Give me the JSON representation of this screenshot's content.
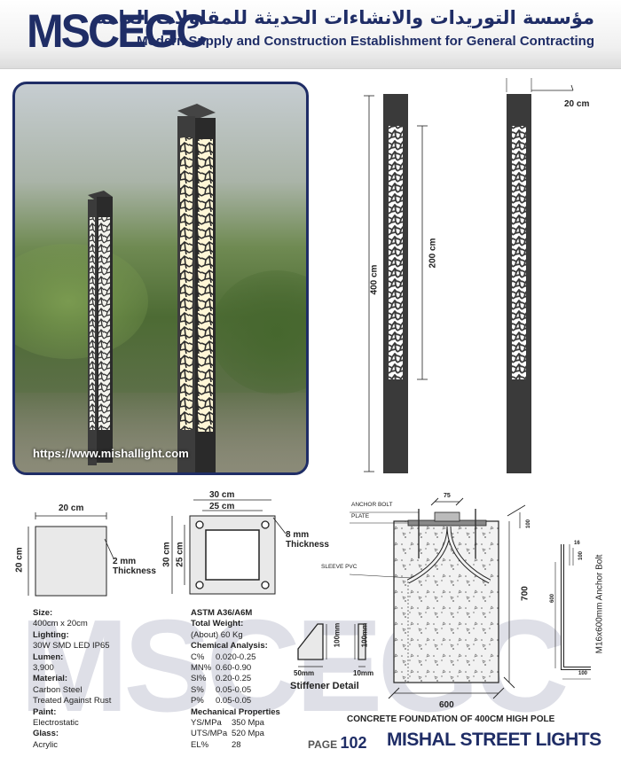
{
  "header": {
    "logo": "MSCEGC",
    "arabic": "مؤسسة التوريدات والانشاءات الحديثة للمقاولات العامة",
    "tagline": "Modern Supply and Construction Establishment for General Contracting"
  },
  "photo": {
    "url": "https://www.mishallight.com"
  },
  "elevation": {
    "height": "400 cm",
    "panel_height": "200 cm",
    "width": "20 cm"
  },
  "base": {
    "width": "20 cm",
    "height": "20 cm",
    "thickness": "2 mm\nThickness"
  },
  "plate": {
    "outer": "30 cm",
    "inner": "25 cm",
    "outer_v": "30 cm",
    "inner_v": "25 cm",
    "thickness": "8 mm\nThickness"
  },
  "specs_left": [
    {
      "k": "Size:",
      "v": "400cm x 20cm"
    },
    {
      "k": "Lighting:",
      "v": "30W SMD LED IP65"
    },
    {
      "k": "Lumen:",
      "v": "3,900"
    },
    {
      "k": "Material:",
      "v": "Carbon Steel\nTreated Against Rust"
    },
    {
      "k": "Paint:",
      "v": "Electrostatic"
    },
    {
      "k": "Glass:",
      "v": "Acrylic"
    }
  ],
  "specs_right": {
    "standard": "ASTM A36/A6M",
    "weight_label": "Total Weight:",
    "weight": "(About) 60 Kg",
    "chem_label": "Chemical Analysis:",
    "chem": [
      {
        "k": "C%",
        "v": "0.020-0.25"
      },
      {
        "k": "MN%",
        "v": "0.60-0.90"
      },
      {
        "k": "SI%",
        "v": "0.20-0.25"
      },
      {
        "k": "S%",
        "v": "0.05-0.05"
      },
      {
        "k": "P%",
        "v": "0.05-0.05"
      }
    ],
    "mech_label": "Mechanical Properties",
    "mech": [
      {
        "k": "YS/MPa",
        "v": "350 Mpa"
      },
      {
        "k": "UTS/MPa",
        "v": "520 Mpa"
      },
      {
        "k": "EL%",
        "v": "28"
      }
    ]
  },
  "stiffener": {
    "title": "Stiffener Detail",
    "w1": "50mm",
    "h1": "100mm",
    "h2": "100mm",
    "w2": "10mm"
  },
  "foundation": {
    "title": "CONCRETE FOUNDATION OF 400CM HIGH POLE",
    "anchor_bolt": "ANCHOR BOLT",
    "plate": "PLATE",
    "sleeve": "SLEEVE  PVC",
    "dim_75": "75",
    "dim_100": "100",
    "dim_700": "700",
    "dim_600": "600"
  },
  "bolt": {
    "label": "M16x600mm Anchor Bolt",
    "d16": "16",
    "d100a": "100",
    "d600": "600",
    "d100b": "100"
  },
  "footer": {
    "watermark": "MSCEGC",
    "page_label": "PAGE",
    "page_number": "102",
    "brand": "MISHAL STREET LIGHTS"
  }
}
